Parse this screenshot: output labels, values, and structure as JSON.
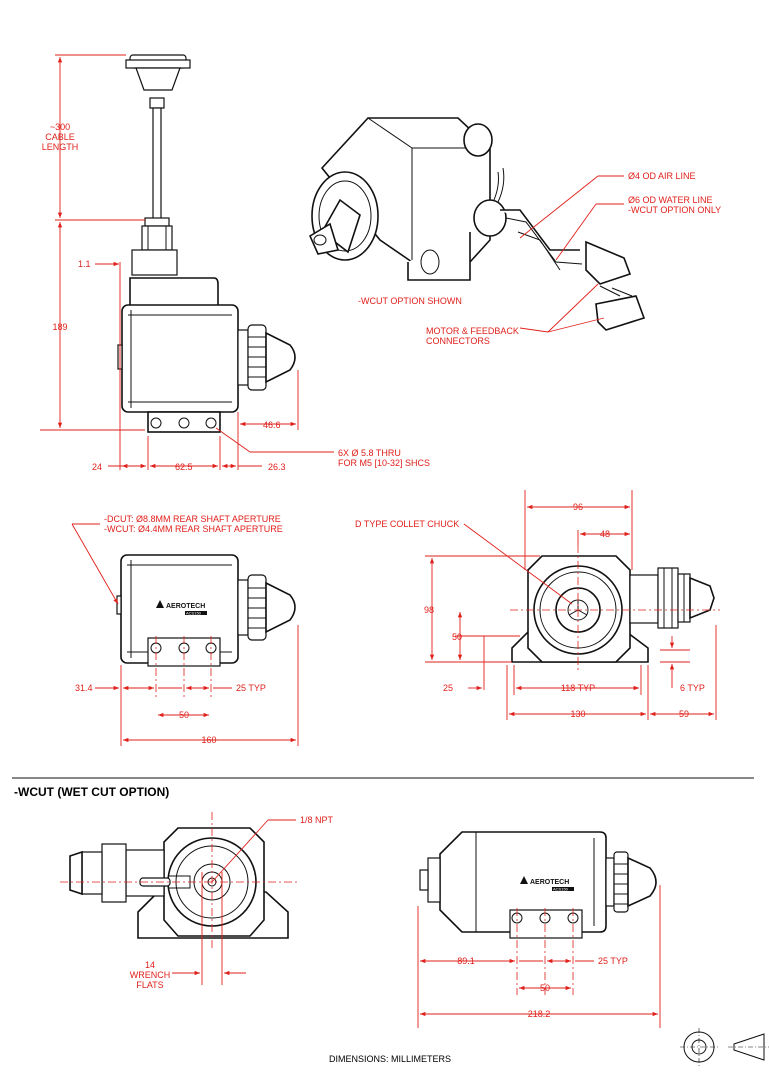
{
  "top_view": {
    "cable_length": "~300\nCABLE\nLENGTH",
    "height": "189",
    "flange_offset": "1.1",
    "nose_length": "46.6",
    "left_offset": "24",
    "hole_spacing": "62.5",
    "right_offset": "26.3",
    "holes_note": "6X  Ø 5.8 THRU\nFOR M5 [10-32] SHCS"
  },
  "iso_view": {
    "air_line": "Ø4 OD AIR LINE",
    "water_line": "Ø6 OD WATER LINE\n-WCUT OPTION ONLY",
    "option_shown": "-WCUT OPTION SHOWN",
    "connectors": "MOTOR & FEEDBACK\nCONNECTORS"
  },
  "side_view": {
    "aperture_note": "-DCUT:  Ø8.8MM REAR SHAFT APERTURE\n-WCUT:  Ø4.4MM REAR SHAFT APERTURE",
    "left_offset": "31.4",
    "typ_spacing": "25 TYP",
    "hole_span": "50",
    "overall_length": "160",
    "brand": "AEROTECH",
    "model": "ACS150"
  },
  "front_view": {
    "chuck": "D TYPE COLLET CHUCK",
    "width": "96",
    "half_width": "48",
    "height": "98",
    "center_height": "50",
    "base_height": "25",
    "foot_spacing": "118 TYP",
    "foot_thickness": "6 TYP",
    "base_width": "130",
    "motor_extension": "59"
  },
  "wcut_section": {
    "title": "-WCUT (WET CUT OPTION)",
    "npt": "1/8 NPT",
    "wrench": "14\nWRENCH\nFLATS",
    "left_offset": "89.1",
    "typ_spacing": "25 TYP",
    "hole_span": "50",
    "overall_length": "218.2",
    "brand": "AEROTECH",
    "model": "ACS150"
  },
  "footer": {
    "units": "DIMENSIONS:  MILLIMETERS"
  },
  "colors": {
    "dimension": "#e0201b",
    "outline": "#111111"
  },
  "icons": [
    "third-angle-projection-icon"
  ]
}
